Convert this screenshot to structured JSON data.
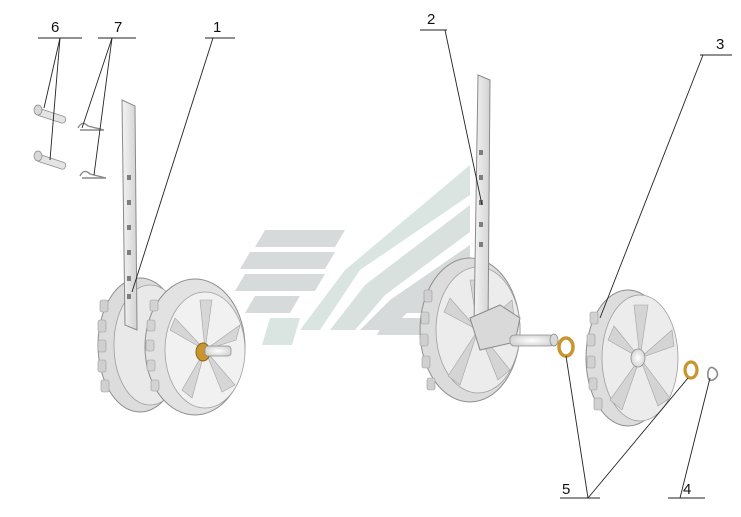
{
  "callouts": {
    "c1": "1",
    "c2": "2",
    "c3": "3",
    "c4": "4",
    "c5": "5",
    "c6": "6",
    "c7": "7"
  },
  "colors": {
    "part_fill": "#e6e6e6",
    "part_shade": "#c9c9c9",
    "part_edge": "#8a8a8a",
    "watermark_grey": "#cfd2d3",
    "watermark_teal": "#cfe0dc",
    "bushing": "#c9962e"
  }
}
